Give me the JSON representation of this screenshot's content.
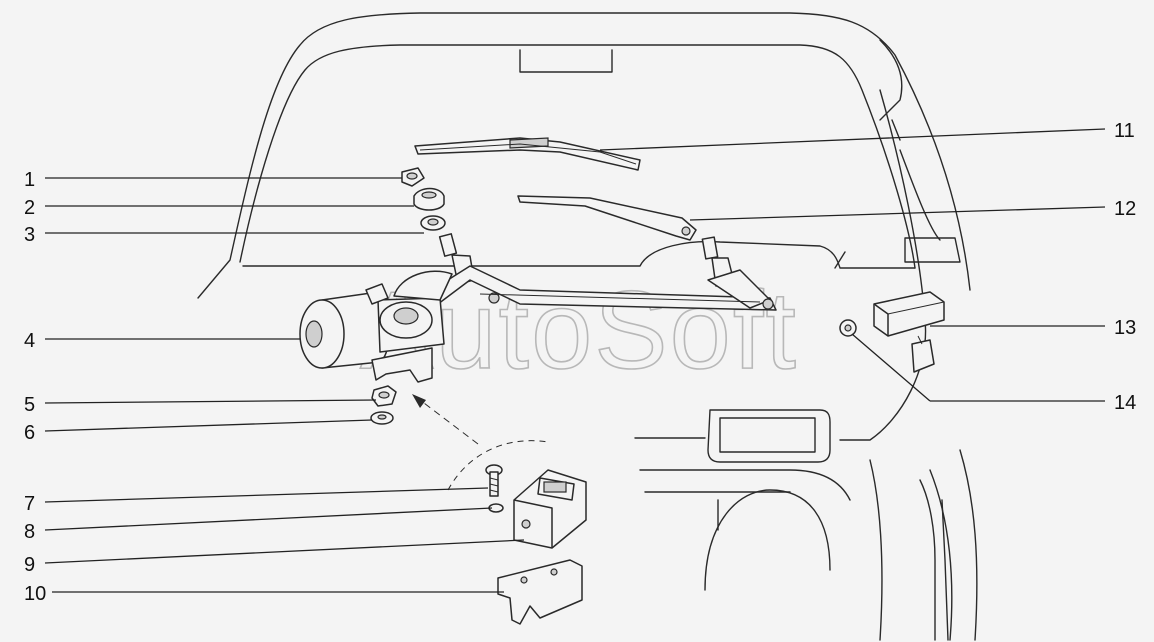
{
  "callouts": {
    "c1": "1",
    "c2": "2",
    "c3": "3",
    "c4": "4",
    "c5": "5",
    "c6": "6",
    "c7": "7",
    "c8": "8",
    "c9": "9",
    "c10": "10",
    "c11": "11",
    "c12": "12",
    "c13": "13",
    "c14": "14"
  },
  "watermark": "AutoSoft"
}
